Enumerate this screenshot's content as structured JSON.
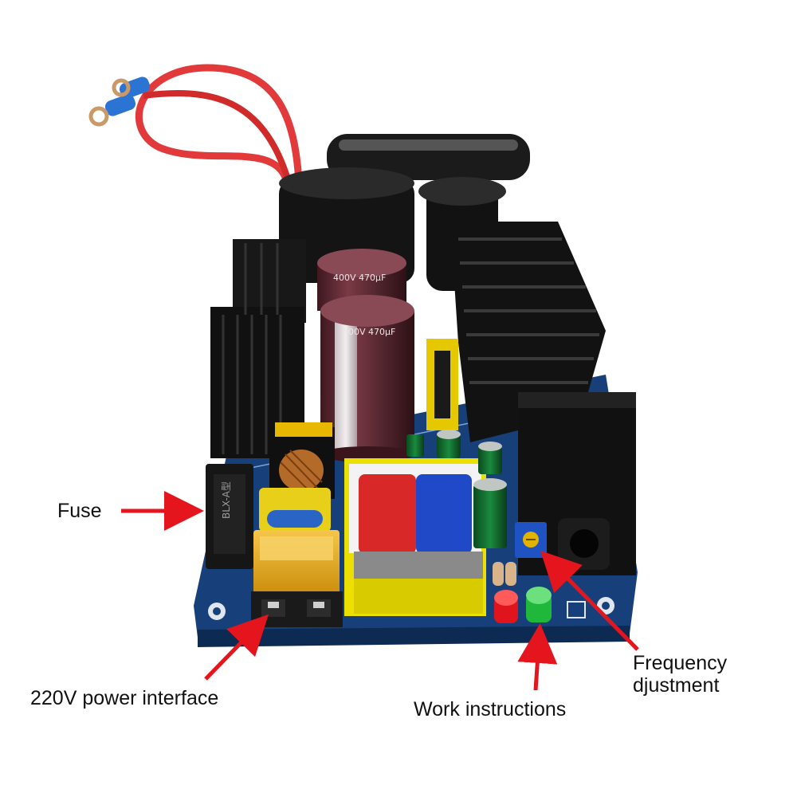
{
  "colors": {
    "pcb": "#17407a",
    "heatsink": "#151515",
    "capacitor": "#5a2a33",
    "arrow": "#e5151d",
    "wire": "#e23a3a",
    "transformer_red": "#d82828",
    "transformer_blue": "#1f49c6",
    "transformer_core": "#e8d400",
    "led_red": "#e0141c",
    "led_green": "#1fb83a"
  },
  "capacitor_text": "400V 470μF",
  "fuse_holder_text": "BLX-A型",
  "labels": {
    "fuse": "Fuse",
    "power": "220V power interface",
    "work": "Work instructions",
    "frequency_line1": "Frequency",
    "frequency_line2": "djustment"
  }
}
